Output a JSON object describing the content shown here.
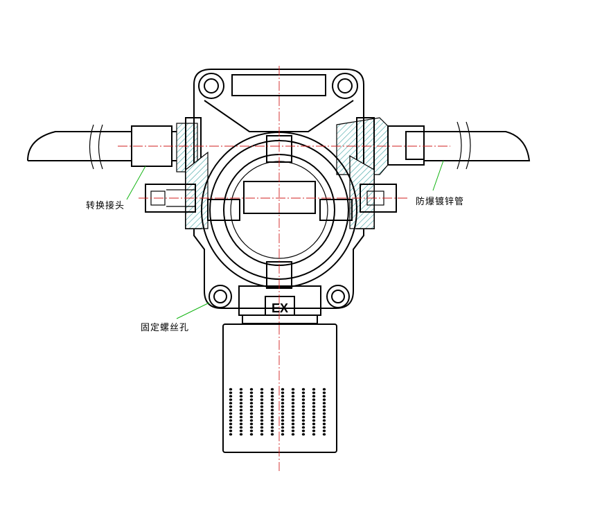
{
  "labels": {
    "adapter": "转换接头",
    "conduit": "防爆镀锌管",
    "mounting_hole": "固定螺丝孔",
    "ex_mark": "EX"
  },
  "colors": {
    "outline": "#000000",
    "centerline": "#d21e1e",
    "section_hatch": "#3aa0a0",
    "leader_line": "#12b412"
  }
}
